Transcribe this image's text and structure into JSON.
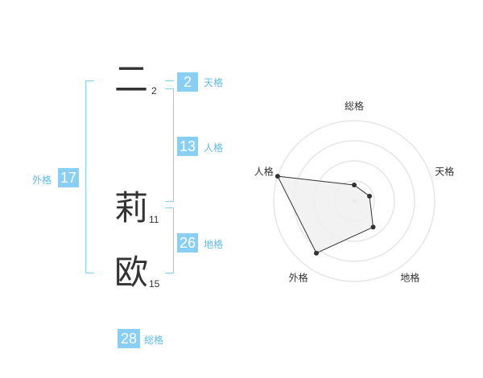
{
  "name": {
    "chars": [
      {
        "kanji": "二",
        "strokes": "2"
      },
      {
        "kanji": "莉",
        "strokes": "11"
      },
      {
        "kanji": "欧",
        "strokes": "15"
      }
    ]
  },
  "kakusu": {
    "tenkaku": {
      "value": "2",
      "label": "天格"
    },
    "jinkaku": {
      "value": "13",
      "label": "人格"
    },
    "chikaku": {
      "value": "26",
      "label": "地格"
    },
    "gaikaku": {
      "value": "17",
      "label": "外格"
    },
    "soukaku": {
      "value": "28",
      "label": "総格"
    }
  },
  "chart_data": {
    "type": "radar",
    "axes": [
      "総格",
      "天格",
      "地格",
      "外格",
      "人格"
    ],
    "values": [
      1,
      1,
      2,
      4,
      5
    ],
    "rmax": 5,
    "rings": 4,
    "colors": {
      "fill": "#f0f0f0",
      "line": "#333333",
      "ring": "#e6e6e6",
      "point": "#333333"
    }
  },
  "colors": {
    "accent": "#89cff3",
    "label": "#5bbbe8",
    "text": "#333333"
  }
}
